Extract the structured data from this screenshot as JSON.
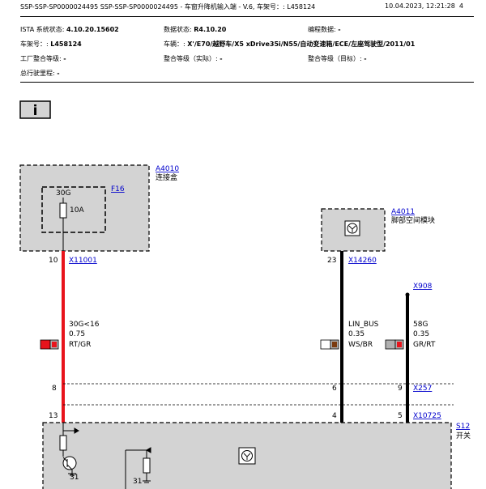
{
  "header": {
    "title": "SSP-SSP-SP0000024495 SSP-SSP-SP0000024495 - 车窗升降机输入端 - V.6, 车架号：: L458124",
    "datetime": "10.04.2023, 12:21:28",
    "page": "4"
  },
  "info": {
    "ista_label": "ISTA 系统状态:",
    "ista_value": "4.10.20.15602",
    "data_label": "数据状态:",
    "data_value": "R4.10.20",
    "prog_label": "编程数据:",
    "prog_value": "-",
    "vin_label": "车架号：:",
    "vin_value": "L458124",
    "vehicle_label": "车辆：:",
    "vehicle_value": "X'/E70/越野车/X5 xDrive35i/N55/自动变速箱/ECE/左座驾驶型/2011/01",
    "factory_label": "工厂整合等级:",
    "factory_value": "-",
    "actual_label": "整合等级（实际）:",
    "actual_value": "-",
    "target_label": "整合等级（目标）:",
    "target_value": "-",
    "mileage_label": "总行驶里程:",
    "mileage_value": "-"
  },
  "info_icon": "i",
  "diagram": {
    "a4010": {
      "id": "A4010",
      "name": "连接盒"
    },
    "f16": {
      "id": "F16",
      "label": "30G",
      "rating": "10A"
    },
    "a4011": {
      "id": "A4011",
      "name": "脚部空间模块"
    },
    "x908": "X908",
    "s12": {
      "id": "S12",
      "name": "开关"
    },
    "wire1": {
      "pin_top": "10",
      "connector_top": "X11001",
      "signal": "30G<16",
      "size": "0.75",
      "color": "RT/GR",
      "pin_mid": "8",
      "pin_bot": "13"
    },
    "wire2": {
      "pin_top": "23",
      "connector_top": "X14260",
      "signal": "LIN_BUS",
      "size": "0.35",
      "color": "WS/BR",
      "pin_mid": "6",
      "pin_bot": "4"
    },
    "wire3": {
      "signal": "58G",
      "size": "0.35",
      "color": "GR/RT",
      "pin_mid": "9",
      "connector_mid": "X257",
      "pin_bot": "5",
      "connector_bot": "X10725"
    },
    "ground1": "31",
    "ground2": "31",
    "colors": {
      "red": "#e8141c",
      "black": "#000000",
      "box_fill": "#d3d3d3",
      "link": "#0000cc"
    }
  }
}
